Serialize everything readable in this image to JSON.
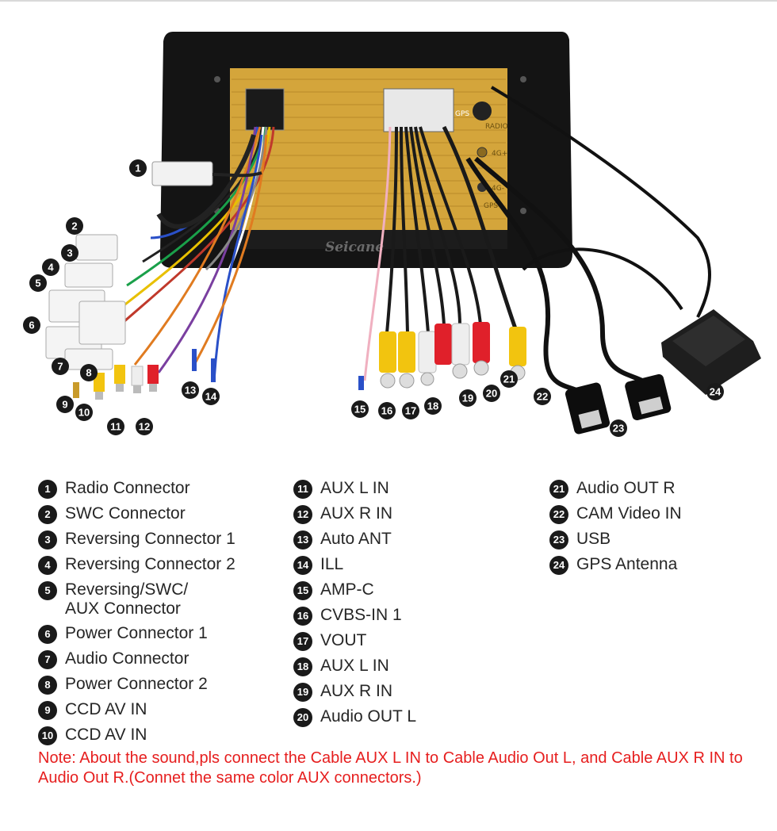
{
  "brand_watermark": "Seicane",
  "unit_labels": {
    "radio": "RADIO",
    "gps": "GPS",
    "gps2": "GPS",
    "ant1": "4G+",
    "ant2": "4G-"
  },
  "callouts": [
    "1",
    "2",
    "3",
    "4",
    "5",
    "6",
    "7",
    "8",
    "9",
    "10",
    "11",
    "12",
    "13",
    "14",
    "15",
    "16",
    "17",
    "18",
    "19",
    "20",
    "21",
    "22",
    "23",
    "24"
  ],
  "legend": {
    "col1": [
      {
        "num": "1",
        "label": "Radio Connector"
      },
      {
        "num": "2",
        "label": "SWC Connector"
      },
      {
        "num": "3",
        "label": "Reversing Connector 1"
      },
      {
        "num": "4",
        "label": "Reversing Connector 2"
      },
      {
        "num": "5",
        "label": "Reversing/SWC/\nAUX Connector"
      },
      {
        "num": "6",
        "label": "Power Connector 1"
      },
      {
        "num": "7",
        "label": "Audio Connector"
      },
      {
        "num": "8",
        "label": "Power Connector 2"
      },
      {
        "num": "9",
        "label": "CCD AV IN"
      },
      {
        "num": "10",
        "label": "CCD AV IN"
      }
    ],
    "col2": [
      {
        "num": "11",
        "label": "AUX L IN"
      },
      {
        "num": "12",
        "label": "AUX R IN"
      },
      {
        "num": "13",
        "label": "Auto ANT"
      },
      {
        "num": "14",
        "label": "ILL"
      },
      {
        "num": "15",
        "label": "AMP-C"
      },
      {
        "num": "16",
        "label": "CVBS-IN 1"
      },
      {
        "num": "17",
        "label": "VOUT"
      },
      {
        "num": "18",
        "label": "AUX L IN"
      },
      {
        "num": "19",
        "label": "AUX R IN"
      },
      {
        "num": "20",
        "label": "Audio OUT L"
      }
    ],
    "col3": [
      {
        "num": "21",
        "label": "Audio OUT R"
      },
      {
        "num": "22",
        "label": "CAM Video IN"
      },
      {
        "num": "23",
        "label": "USB"
      },
      {
        "num": "24",
        "label": "GPS Antenna"
      }
    ]
  },
  "note": "Note: About the sound,pls connect the Cable AUX L IN to Cable Audio Out L, and Cable AUX R IN to  Audio Out R.(Connet the same color AUX connectors.)",
  "colors": {
    "note": "#e61e1e",
    "badge": "#1a1a1a",
    "chassis": "#d4a53b",
    "housing": "#141414",
    "rca_yellow": "#f2c40f",
    "rca_red": "#e0202a",
    "rca_white": "#eeeeee"
  }
}
